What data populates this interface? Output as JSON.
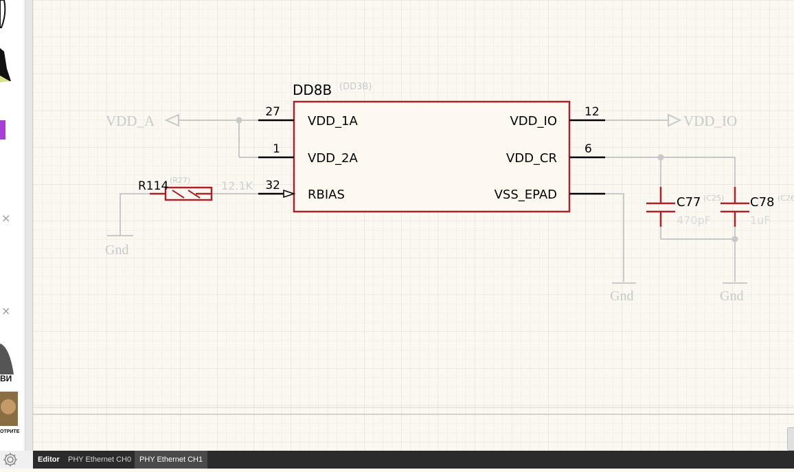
{
  "tabs": [
    {
      "label": "Editor",
      "bold": true
    },
    {
      "label": "PHY Ethernet CH0"
    },
    {
      "label": "PHY Ethernet CH1",
      "active": true
    }
  ],
  "left_panel": {
    "close_icon": "×",
    "avatar_caption": "ВИ",
    "avatar_caption_2": "ОТРИТЕ",
    "settings_icon": "gear-icon"
  },
  "schematic": {
    "component": {
      "designator": "DD8B",
      "alt_designator": "(DD3B)",
      "pins_left": [
        {
          "number": "27",
          "name": "VDD_1A"
        },
        {
          "number": "1",
          "name": "VDD_2A"
        },
        {
          "number": "32",
          "name": "RBIAS"
        }
      ],
      "pins_right": [
        {
          "number": "12",
          "name": "VDD_IO"
        },
        {
          "number": "6",
          "name": "VDD_CR"
        },
        {
          "number": "",
          "name": "VSS_EPAD"
        }
      ]
    },
    "nets": {
      "vdd_a": "VDD_A",
      "vdd_io": "VDD_IO",
      "gnd_left": "Gnd",
      "gnd_mid": "Gnd",
      "gnd_right": "Gnd"
    },
    "resistor": {
      "designator": "R114",
      "alt": "(R27)",
      "value": "12.1K"
    },
    "cap1": {
      "designator": "C77",
      "alt": "(C25)",
      "value": "470pF"
    },
    "cap2": {
      "designator": "C78",
      "alt": "(C26",
      "value": "1uF"
    }
  },
  "colors": {
    "component": "#a8222a",
    "pin": "#000000",
    "wire": "#c8c8c8",
    "grid_minor": "#ece8e1",
    "grid_major": "#dfdad2",
    "faded_text": "#c9c9c9"
  }
}
